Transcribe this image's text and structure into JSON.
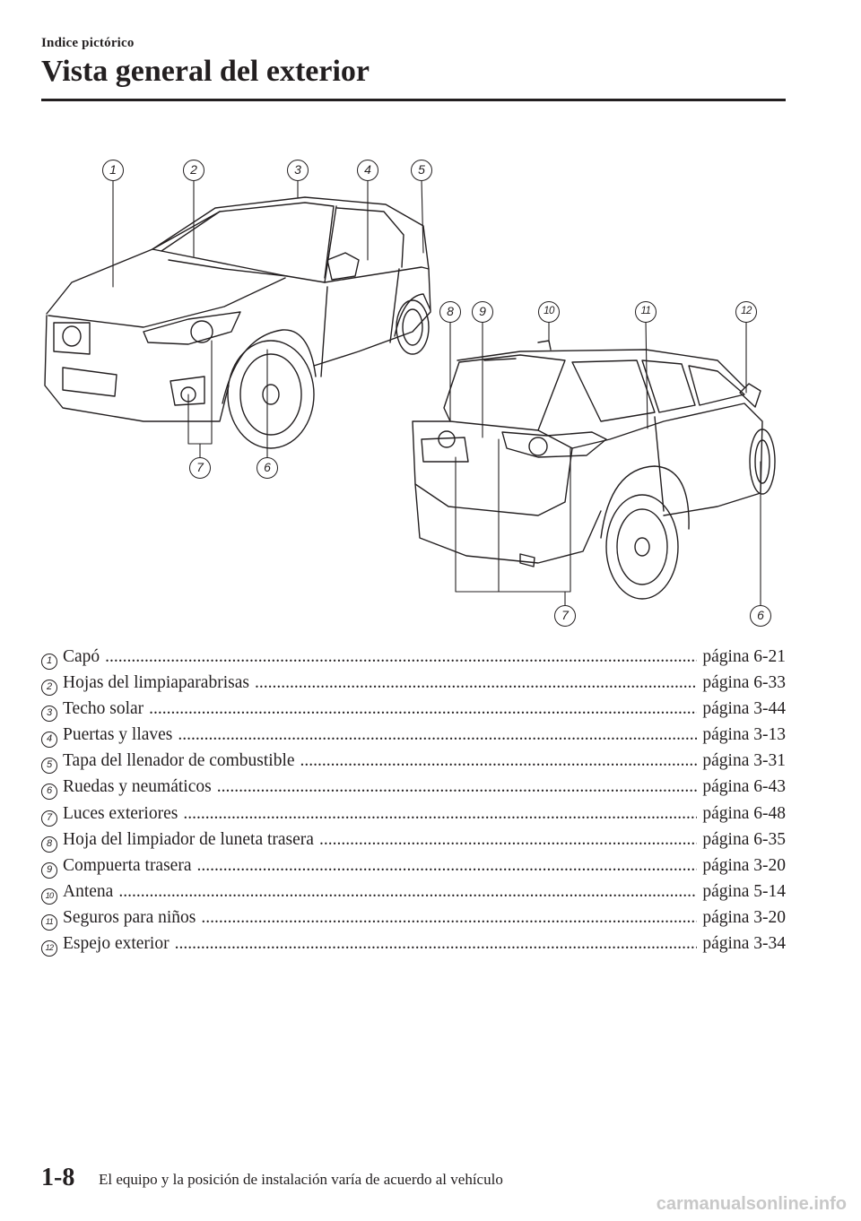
{
  "header": {
    "section": "Indice pictórico",
    "title": "Vista general del exterior"
  },
  "callouts": {
    "c1": "1",
    "c2": "2",
    "c3": "3",
    "c4": "4",
    "c5": "5",
    "c6": "6",
    "c7": "7",
    "c8": "8",
    "c9": "9",
    "c10": "10",
    "c11": "11",
    "c12": "12"
  },
  "items": [
    {
      "num": "1",
      "label": "Capó",
      "page": "página 6-21"
    },
    {
      "num": "2",
      "label": "Hojas del limpiaparabrisas",
      "page": "página 6-33"
    },
    {
      "num": "3",
      "label": "Techo solar",
      "page": "página 3-44"
    },
    {
      "num": "4",
      "label": "Puertas y llaves",
      "page": "página 3-13"
    },
    {
      "num": "5",
      "label": "Tapa del llenador de combustible",
      "page": "página 3-31"
    },
    {
      "num": "6",
      "label": "Ruedas y neumáticos",
      "page": "página 6-43"
    },
    {
      "num": "7",
      "label": "Luces exteriores",
      "page": "página 6-48"
    },
    {
      "num": "8",
      "label": "Hoja del limpiador de luneta trasera",
      "page": "página 6-35"
    },
    {
      "num": "9",
      "label": "Compuerta trasera",
      "page": "página 3-20"
    },
    {
      "num": "10",
      "label": "Antena",
      "page": "página 5-14"
    },
    {
      "num": "11",
      "label": "Seguros para niños",
      "page": "página 3-20"
    },
    {
      "num": "12",
      "label": "Espejo exterior",
      "page": "página 3-34"
    }
  ],
  "footer": {
    "page_number": "1-8",
    "note": "El equipo y la posición de instalación varía de acuerdo al vehículo"
  },
  "watermark": "carmanualsonline.info"
}
